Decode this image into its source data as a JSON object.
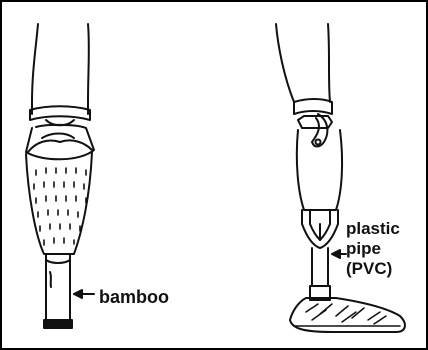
{
  "labels": {
    "left_material": "bamboo",
    "right_material_line1": "plastic",
    "right_material_line2": "pipe",
    "right_material_line3": "(PVC)"
  },
  "colors": {
    "ink": "#111111",
    "background": "#ffffff",
    "frame": "#000000"
  }
}
